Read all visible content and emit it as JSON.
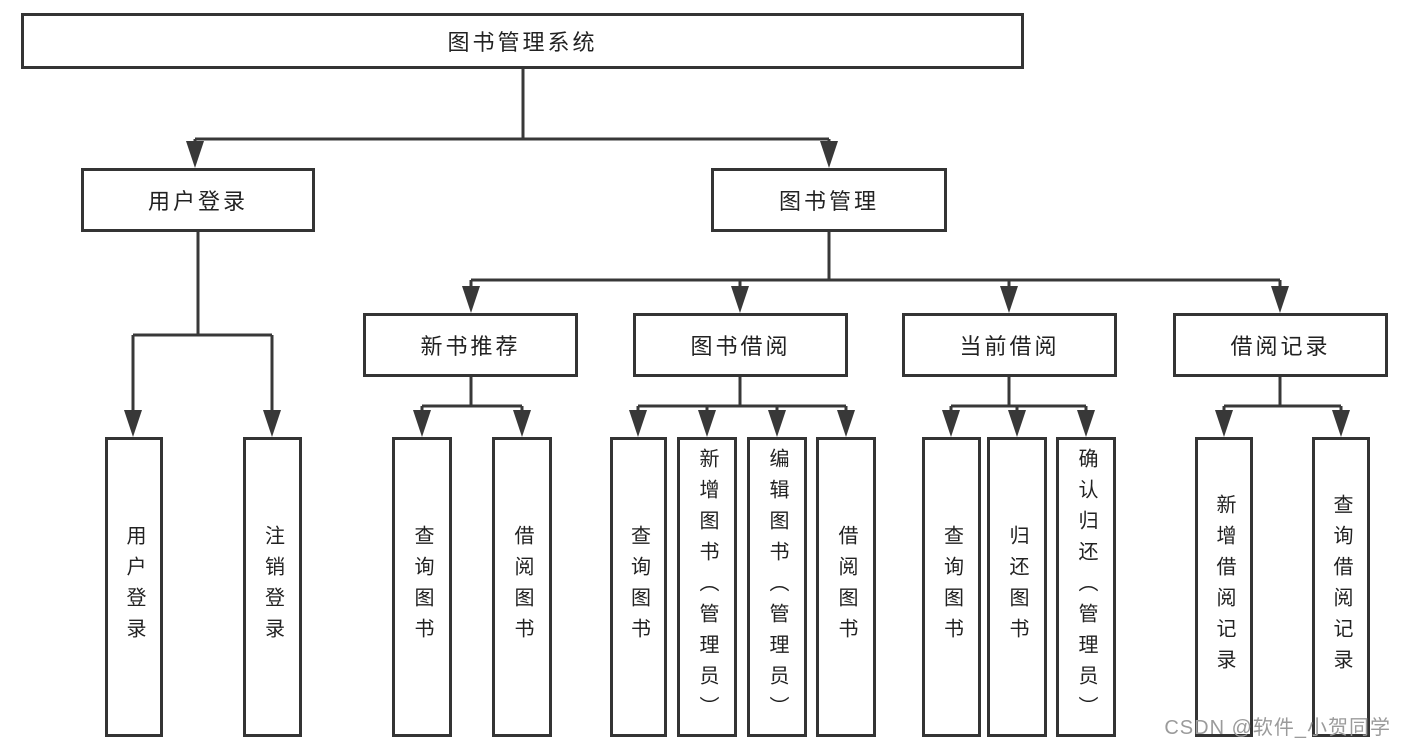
{
  "tree": {
    "root": "图书管理系统",
    "branches": [
      {
        "label": "用户登录",
        "children": [
          "用户登录",
          "注销登录"
        ]
      },
      {
        "label": "图书管理",
        "modules": [
          {
            "label": "新书推荐",
            "children": [
              "查询图书",
              "借阅图书"
            ]
          },
          {
            "label": "图书借阅",
            "children": [
              "查询图书",
              "新增图书（管理员）",
              "编辑图书（管理员）",
              "借阅图书"
            ]
          },
          {
            "label": "当前借阅",
            "children": [
              "查询图书",
              "归还图书",
              "确认归还（管理员）"
            ]
          },
          {
            "label": "借阅记录",
            "children": [
              "新增借阅记录",
              "查询借阅记录"
            ]
          }
        ]
      }
    ]
  },
  "watermark": "CSDN @软件_小贺同学",
  "colors": {
    "line": "#383838",
    "box_border": "#343434",
    "text": "#222222",
    "watermark": "#9b9b9b",
    "background": "#ffffff"
  }
}
